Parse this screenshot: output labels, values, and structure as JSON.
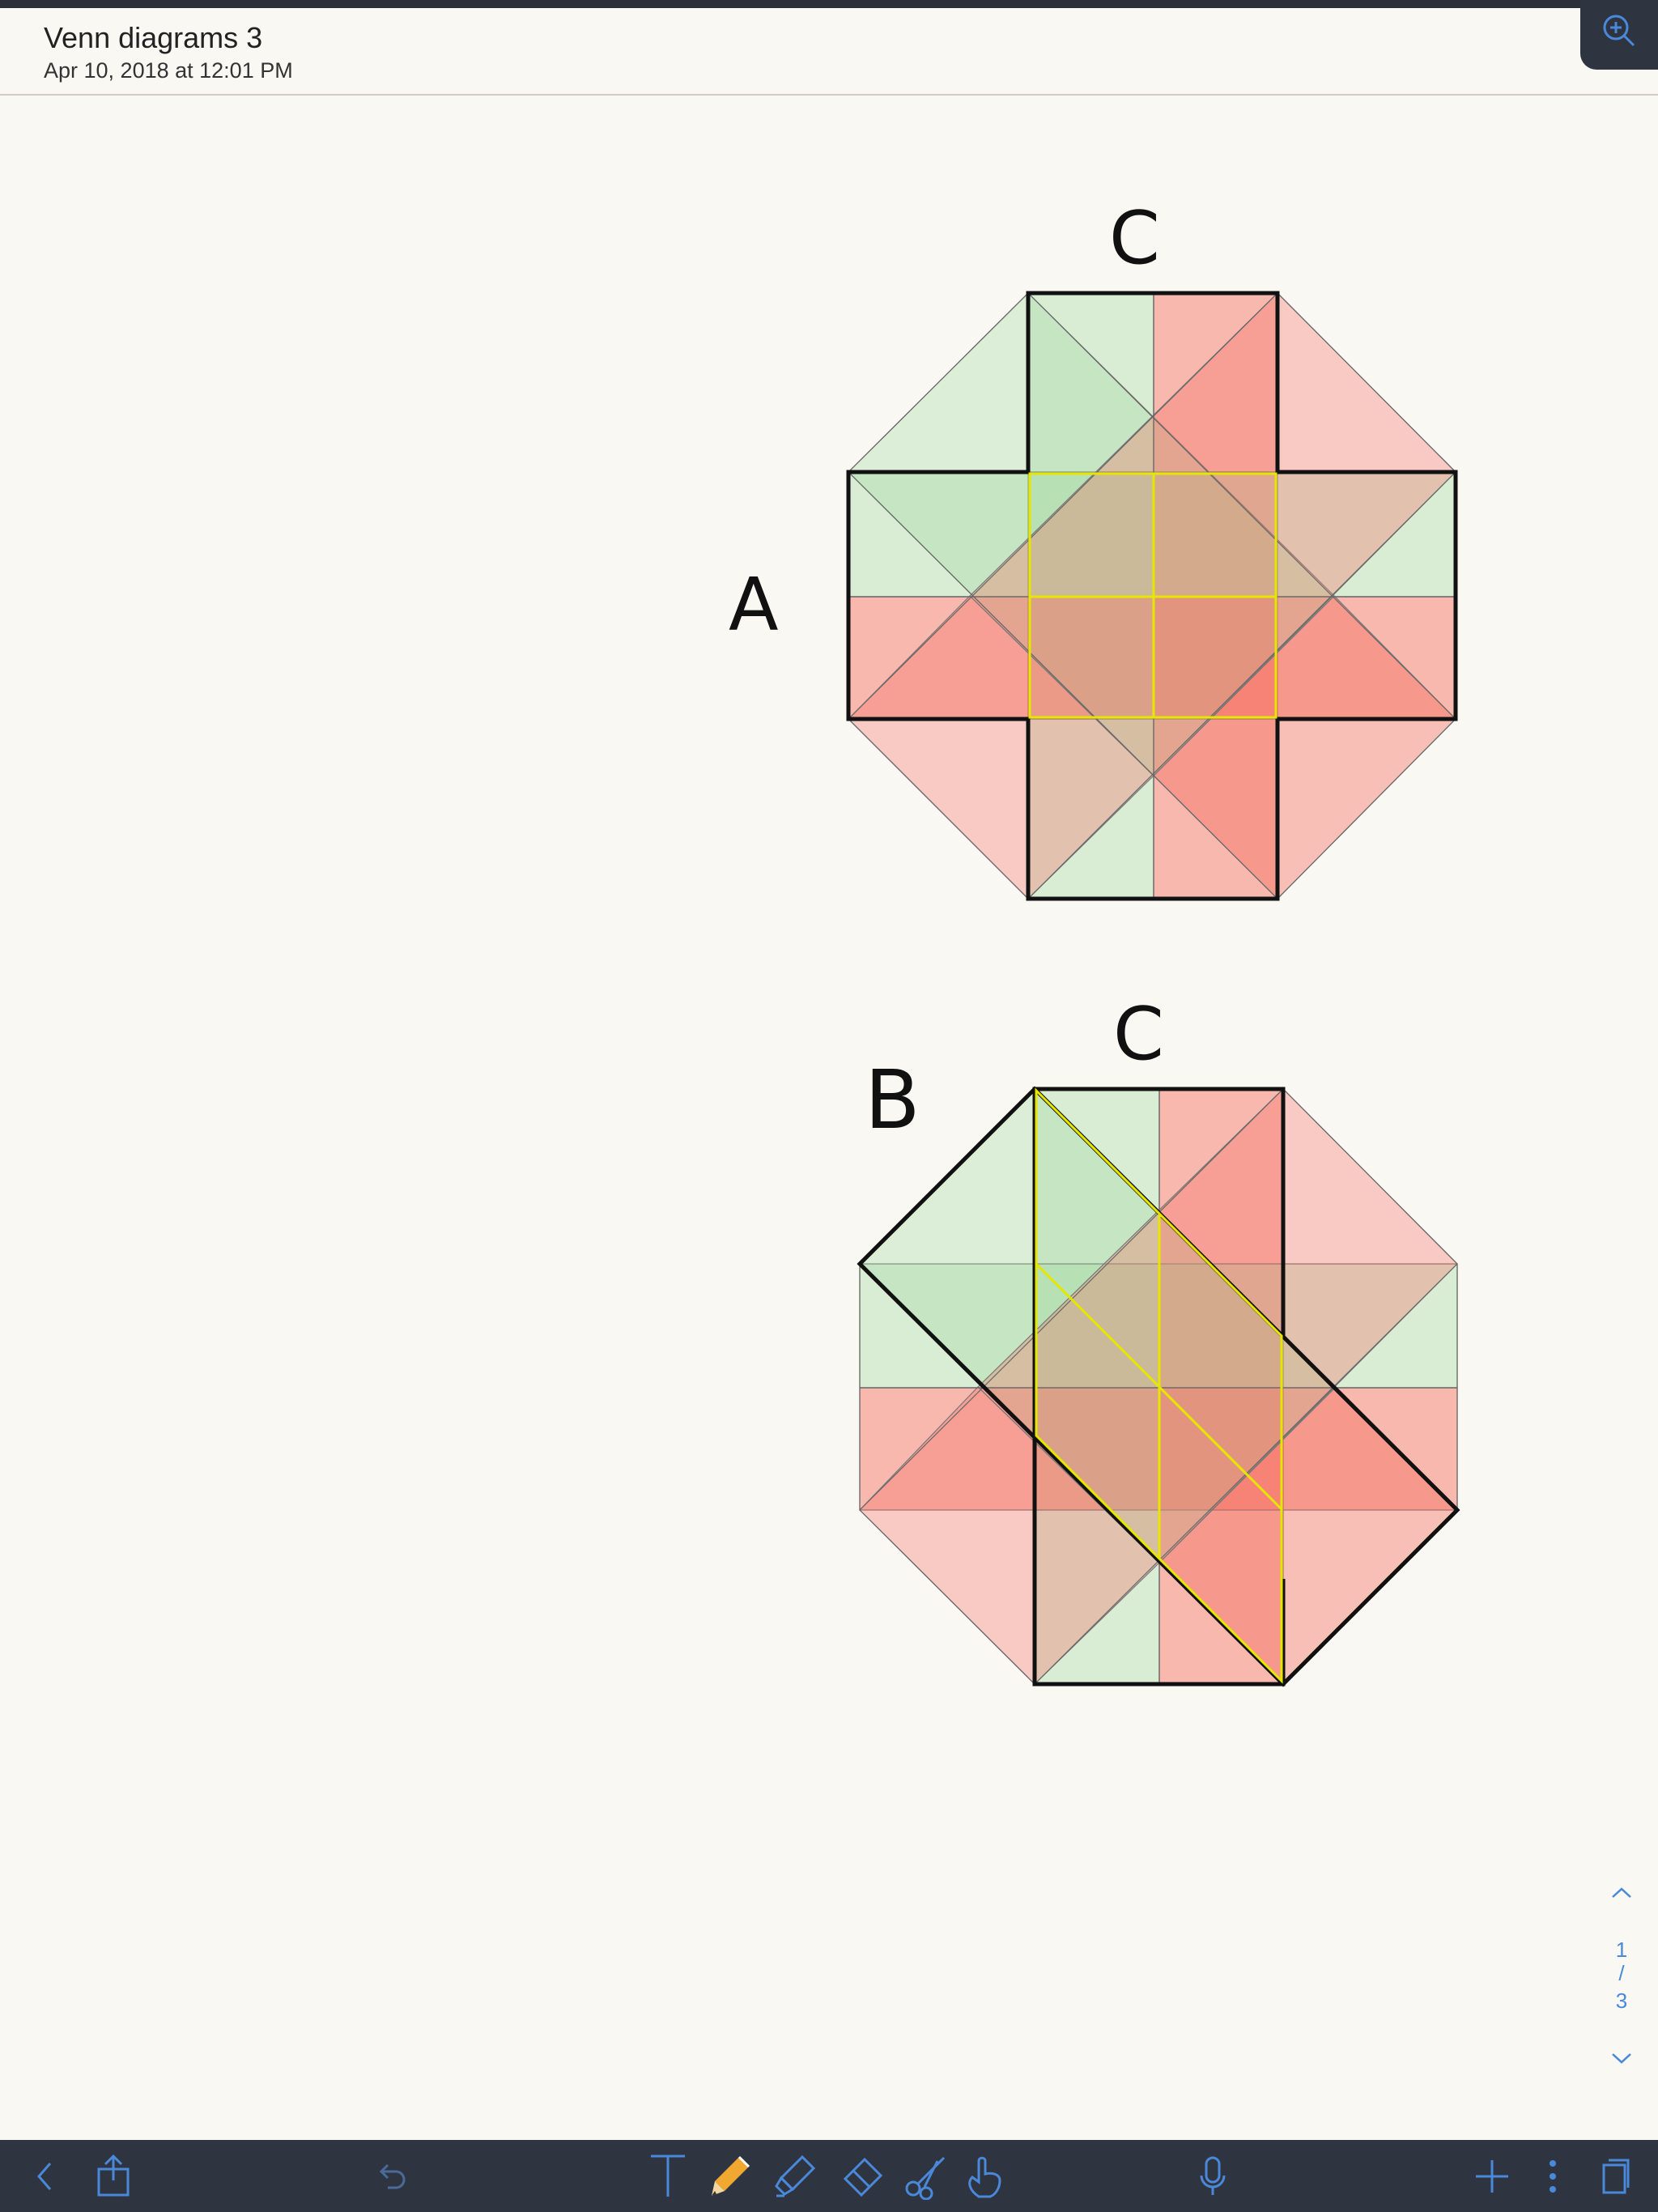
{
  "header": {
    "title": "Venn diagrams 3",
    "timestamp": "Apr 10, 2018 at 12:01 PM"
  },
  "diagram1": {
    "label_c": "C",
    "label_a": "A"
  },
  "diagram2": {
    "label_c": "C",
    "label_b": "B"
  },
  "pager": {
    "current": "1",
    "separator": "/",
    "total": "3"
  },
  "toolbar": {
    "tools": [
      "back-icon",
      "share-icon",
      "undo-icon",
      "text-tool-icon",
      "pencil-icon",
      "highlighter-icon",
      "eraser-icon",
      "scissors-icon",
      "hand-icon",
      "microphone-icon",
      "add-icon",
      "more-icon",
      "pages-icon"
    ],
    "accent": "#4a88d9",
    "active_tool_color": "#f0a830"
  },
  "colors": {
    "page": "#faf8f3",
    "green": "#9bd89b",
    "red": "#f66a5c",
    "highlight": "#ffff00",
    "bar": "#2f3540"
  }
}
